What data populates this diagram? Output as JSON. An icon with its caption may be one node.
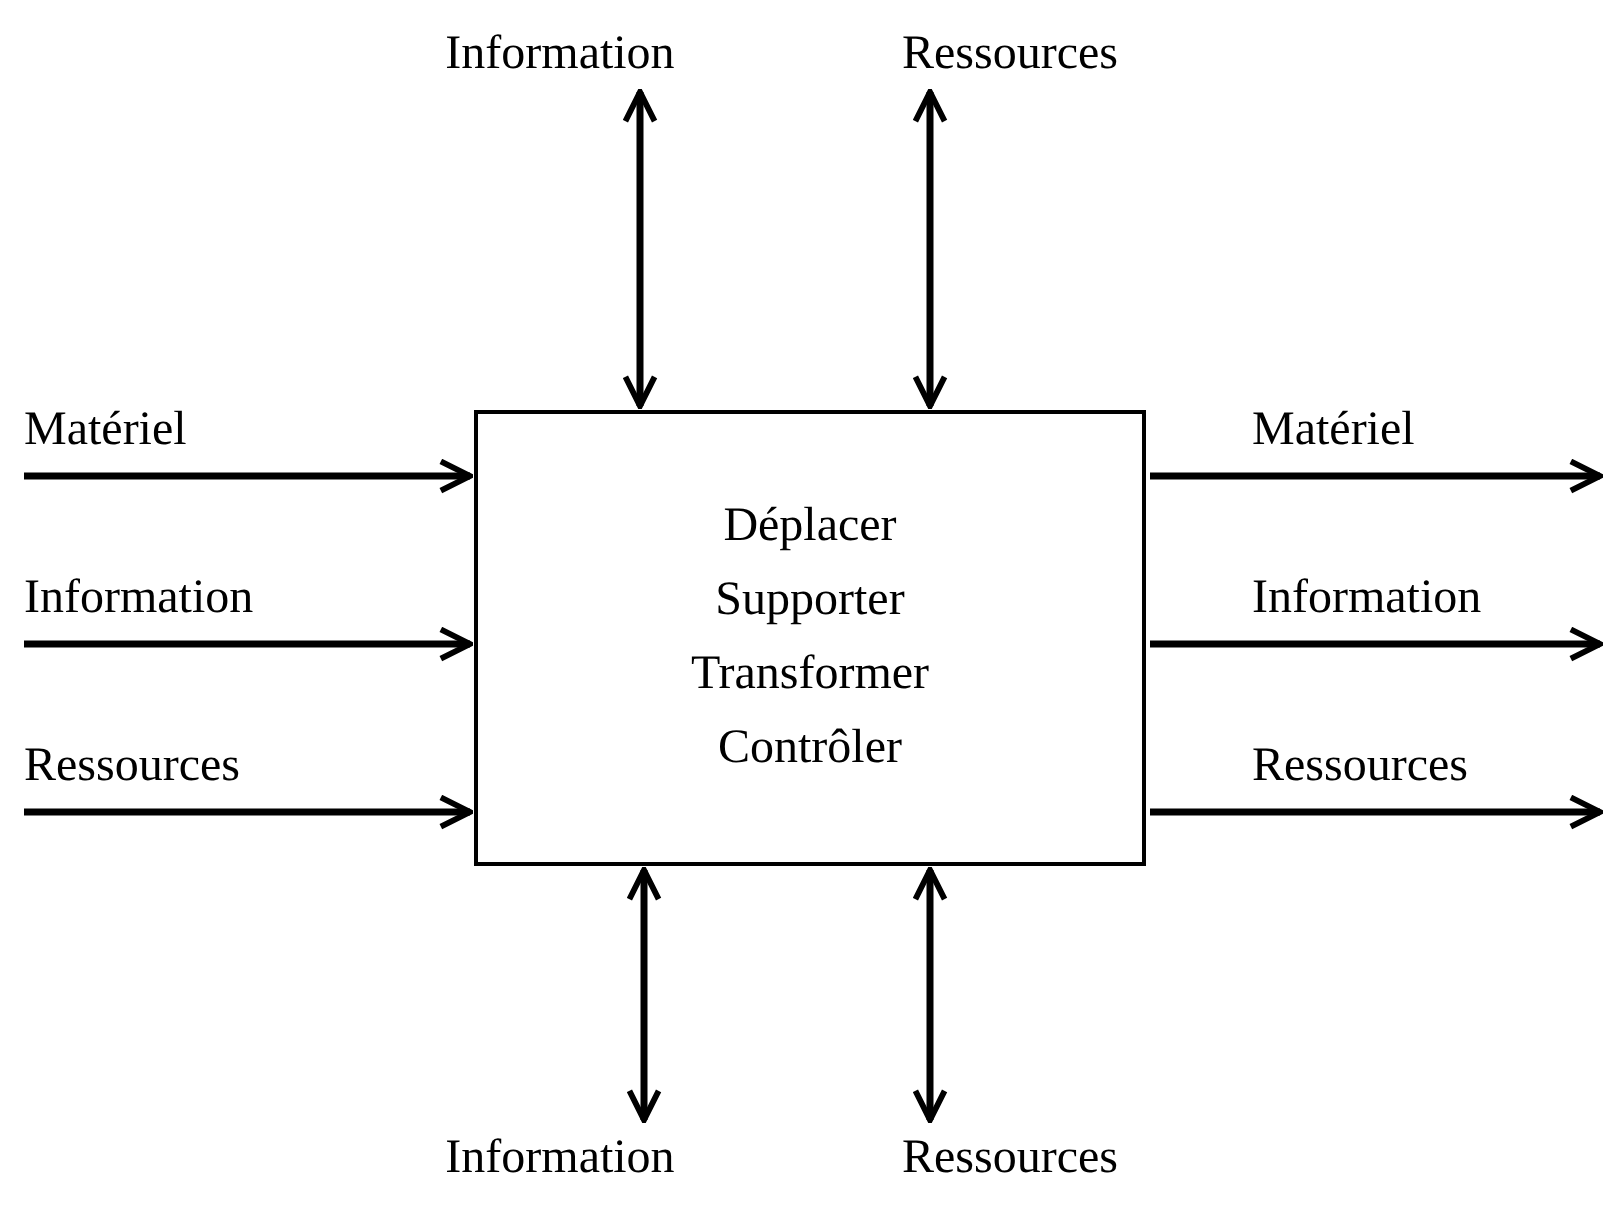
{
  "diagram": {
    "nodes": [
      {
        "text": [
          "Information"
        ]
      },
      {
        "text": [
          "Ressources"
        ]
      },
      {
        "text": [
          "Déplacer",
          "Supporter",
          "Transformer",
          "Contrôler"
        ]
      },
      {
        "text": [
          "Information"
        ]
      },
      {
        "text": [
          "Ressources"
        ]
      }
    ],
    "edges": [
      {
        "from": 0,
        "to": 2,
        "arrow": "both"
      },
      {
        "from": 1,
        "to": 2,
        "arrow": "both"
      },
      {
        "from": null,
        "to": 2,
        "arrow": "to",
        "label": "Matériel"
      },
      {
        "from": null,
        "to": 2,
        "arrow": "to",
        "label": "Information"
      },
      {
        "from": null,
        "to": 2,
        "arrow": "to",
        "label": "Ressources"
      },
      {
        "from": 2,
        "to": null,
        "arrow": "to",
        "label": "Matériel"
      },
      {
        "from": 2,
        "to": null,
        "arrow": "to",
        "label": "Information"
      },
      {
        "from": 2,
        "to": null,
        "arrow": "to",
        "label": "Ressources"
      },
      {
        "from": 2,
        "to": 3,
        "arrow": "both"
      },
      {
        "from": 2,
        "to": 4,
        "arrow": "both"
      }
    ]
  }
}
